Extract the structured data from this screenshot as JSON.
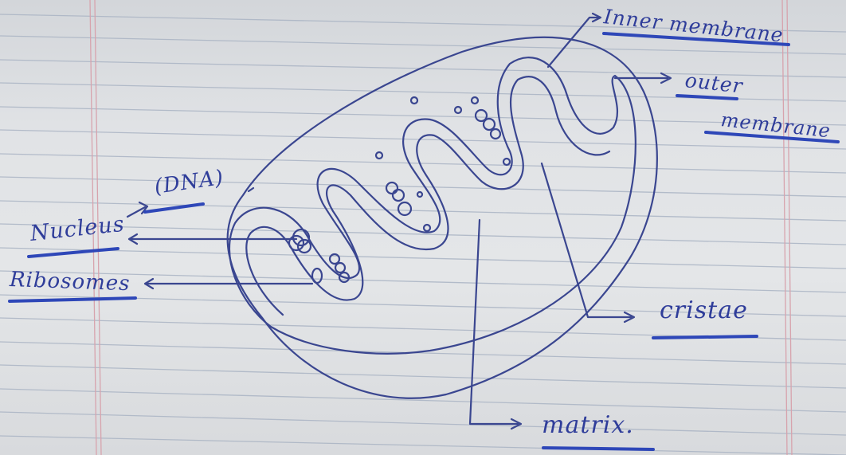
{
  "labels": {
    "inner_membrane": "Inner membrane",
    "outer": "outer",
    "membrane": "membrane",
    "dna": "(DNA)",
    "nucleus": "Nucleus",
    "ribosomes": "Ribosomes",
    "cristae": "cristae",
    "matrix": "matrix."
  },
  "colors": {
    "ink": "#3a4690",
    "paper": "#e2e4e7",
    "rule_line": "#aab4c4",
    "margin_line": "#d7a3ad"
  }
}
